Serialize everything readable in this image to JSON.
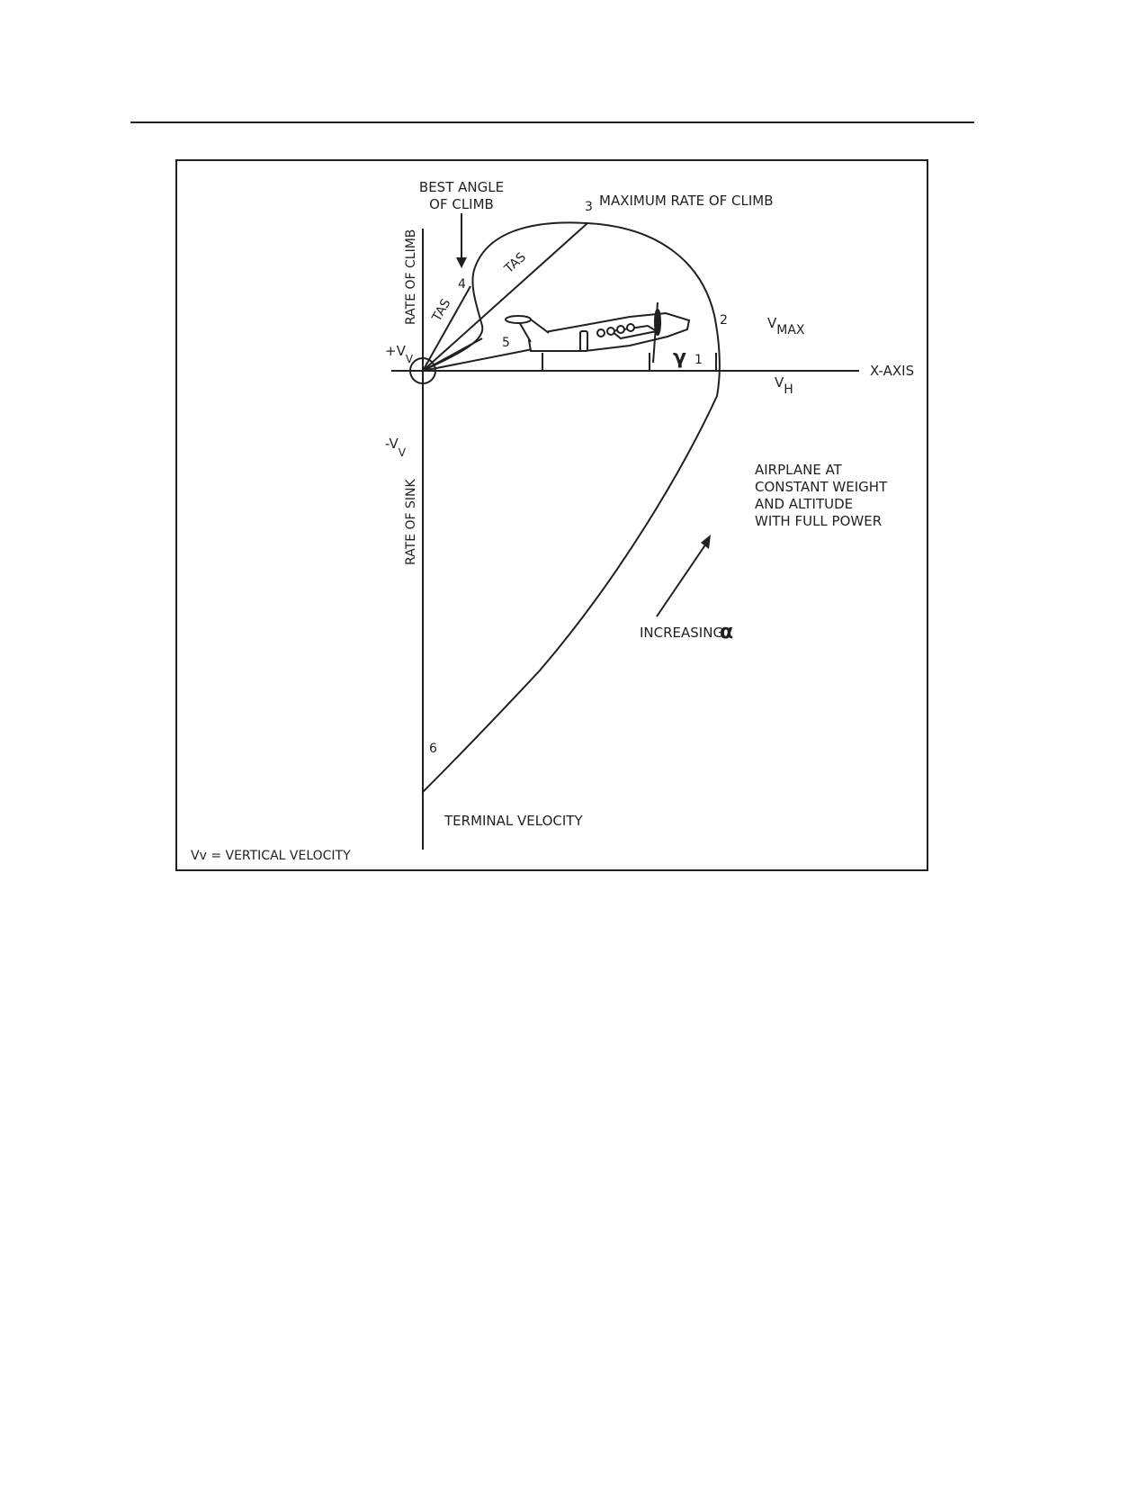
{
  "labels": {
    "best_angle": [
      "BEST ANGLE",
      "OF CLIMB"
    ],
    "max_rate": "MAXIMUM RATE OF CLIMB",
    "rate_of_climb": "RATE OF CLIMB",
    "rate_of_sink": "RATE OF SINK",
    "tas": "TAS",
    "plus_v": "+V",
    "minus_v": "-V",
    "v_sub": "V",
    "x_axis": "X-AXIS",
    "v": "V",
    "max_sub": "MAX",
    "h_sub": "H",
    "airplane_note": [
      "AIRPLANE AT",
      "CONSTANT WEIGHT",
      "AND ALTITUDE",
      "WITH FULL POWER"
    ],
    "increasing": "INCREASING",
    "alpha_symbol": "α",
    "gamma_symbol": "γ",
    "terminal_velocity": "TERMINAL VELOCITY",
    "footnote": "Vv = VERTICAL VELOCITY"
  },
  "points": [
    "1",
    "2",
    "3",
    "4",
    "5",
    "6"
  ],
  "colors": {
    "ink": "#231f20",
    "paper": "#ffffff"
  }
}
